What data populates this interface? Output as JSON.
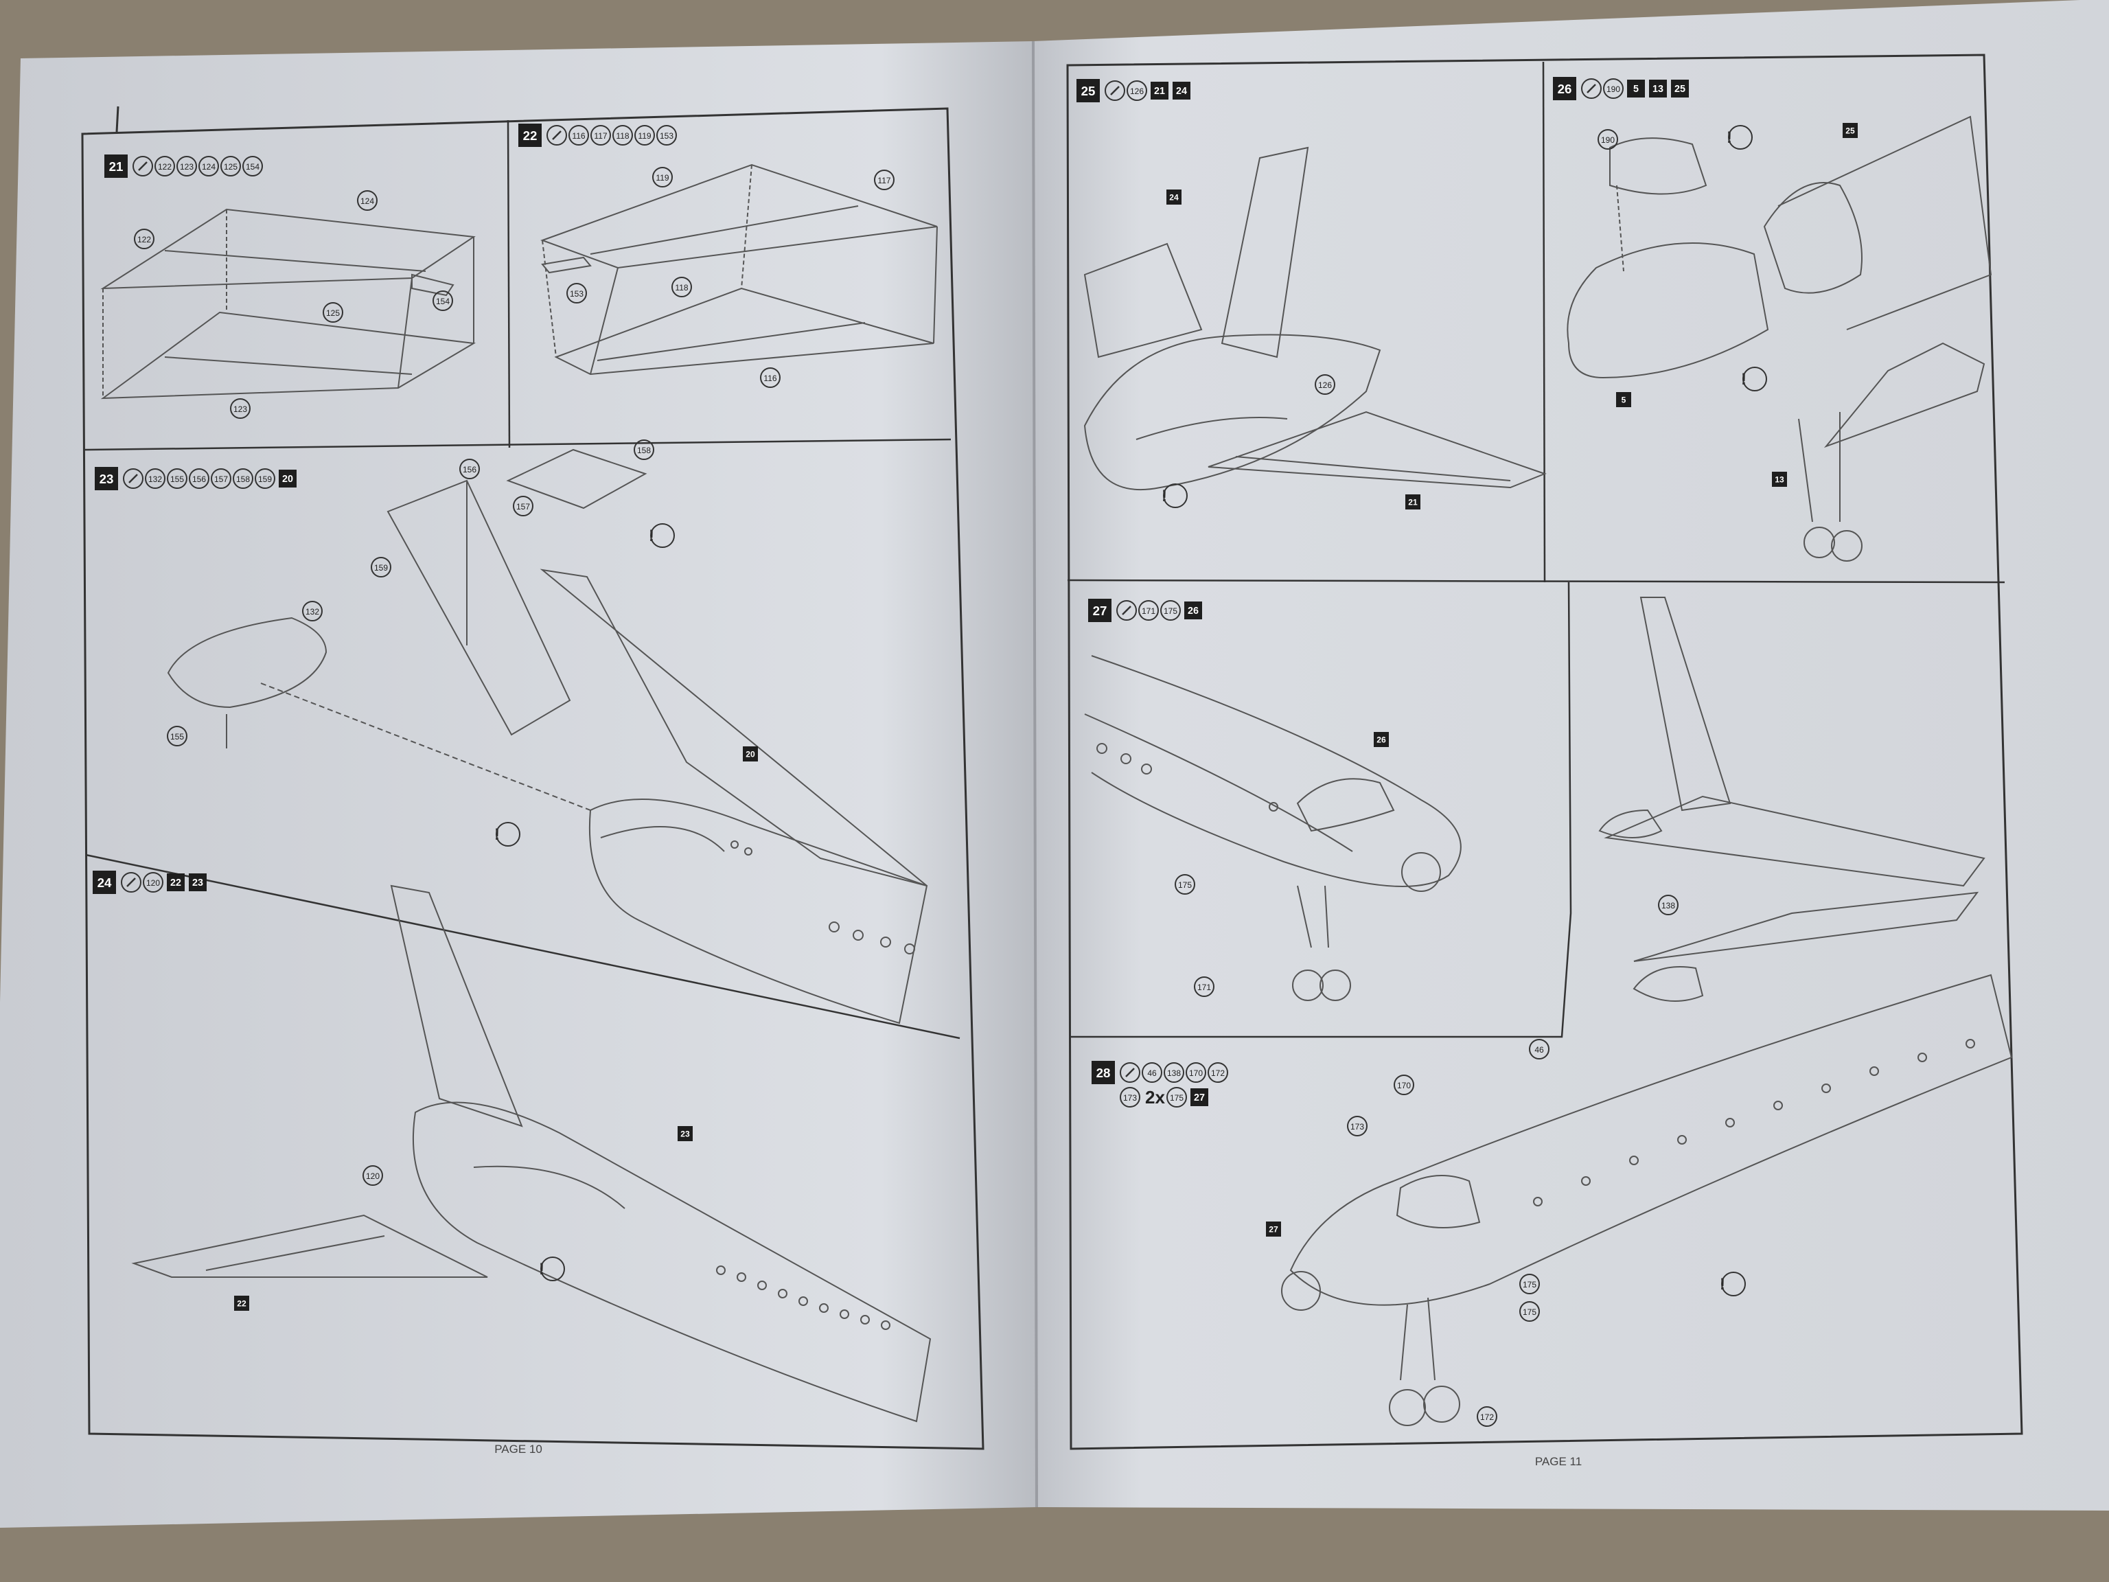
{
  "pages": {
    "left": {
      "footer": "PAGE 10"
    },
    "right": {
      "footer": "PAGE 11"
    }
  },
  "steps": [
    {
      "number": "21",
      "parts": [
        "122",
        "123",
        "124",
        "125",
        "154"
      ],
      "subassemblies": [],
      "callouts": [
        "124",
        "122",
        "125",
        "154",
        "123"
      ]
    },
    {
      "number": "22",
      "parts": [
        "116",
        "117",
        "118",
        "119",
        "153"
      ],
      "subassemblies": [],
      "callouts": [
        "119",
        "117",
        "153",
        "118",
        "116"
      ]
    },
    {
      "number": "23",
      "parts": [
        "132",
        "155",
        "156",
        "157",
        "158",
        "159"
      ],
      "subassemblies": [
        "20"
      ],
      "callouts": [
        "158",
        "156",
        "157",
        "159",
        "132",
        "155",
        "20"
      ]
    },
    {
      "number": "24",
      "parts": [
        "120"
      ],
      "subassemblies": [
        "22",
        "23"
      ],
      "callouts": [
        "120",
        "23",
        "22"
      ]
    },
    {
      "number": "25",
      "parts": [
        "126"
      ],
      "subassemblies": [
        "21",
        "24"
      ],
      "callouts": [
        "24",
        "126",
        "21"
      ]
    },
    {
      "number": "26",
      "parts": [
        "190"
      ],
      "subassemblies": [
        "5",
        "13",
        "25"
      ],
      "callouts": [
        "190",
        "25",
        "5",
        "13"
      ]
    },
    {
      "number": "27",
      "parts": [
        "171",
        "175"
      ],
      "subassemblies": [
        "26"
      ],
      "callouts": [
        "26",
        "175",
        "171"
      ]
    },
    {
      "number": "28",
      "parts": [
        "46",
        "138",
        "170",
        "172",
        "173",
        "175"
      ],
      "multiplier": "2x",
      "subassemblies": [
        "27"
      ],
      "callouts": [
        "138",
        "46",
        "170",
        "173",
        "27",
        "175",
        "175",
        "172"
      ]
    }
  ],
  "colors": {
    "paper": "#d8dbe0",
    "ink": "#333333",
    "label_bg": "#1e1e1e",
    "background": "#8a8070"
  },
  "icons": [
    "cement-icon",
    "attention-icon"
  ]
}
